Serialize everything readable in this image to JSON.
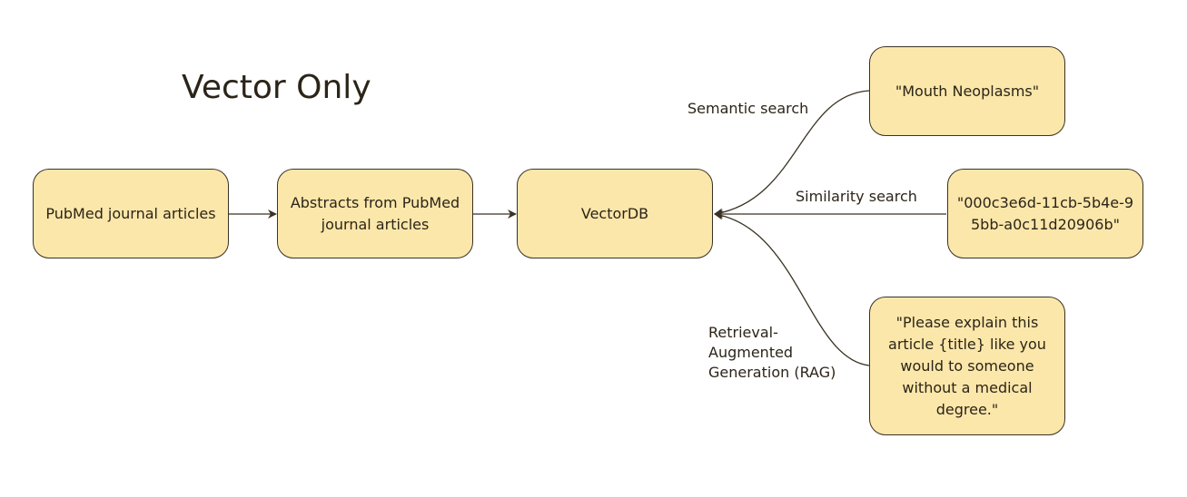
{
  "title": "Vector Only",
  "nodes": {
    "pubmed": "PubMed journal articles",
    "abstracts": "Abstracts from PubMed\njournal articles",
    "vectordb": "VectorDB",
    "mouth": "\"Mouth Neoplasms\"",
    "uuid": "\"000c3e6d-11cb-5b4e-9\n5bb-a0c11d20906b\"",
    "prompt": "\"Please explain this\narticle {title} like you\nwould to someone\nwithout a medical\ndegree.\""
  },
  "edges": {
    "semantic": "Semantic search",
    "similarity": "Similarity search",
    "rag": "Retrieval-\nAugmented\nGeneration (RAG)"
  },
  "colors": {
    "node_fill": "#fbe7aa",
    "stroke": "#3a3224"
  }
}
